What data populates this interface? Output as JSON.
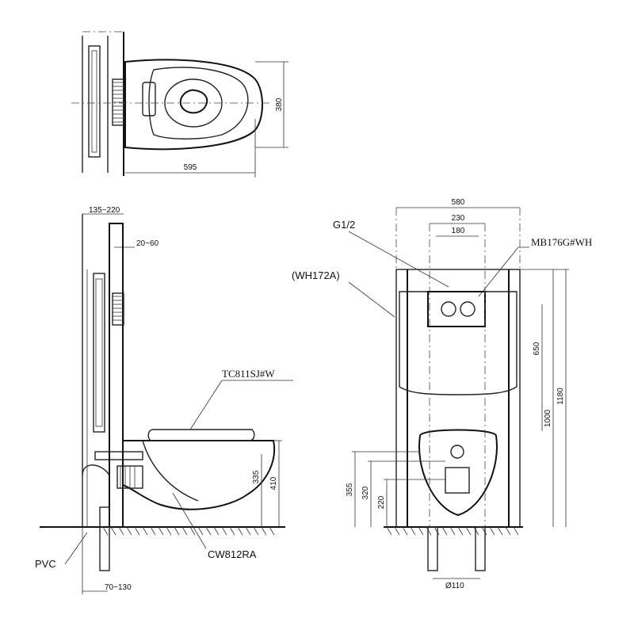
{
  "top_view": {
    "width_dim": "595",
    "depth_dim": "380"
  },
  "side_view": {
    "wall_range": "135~220",
    "offset_range": "20~60",
    "seat_model": "TC811SJ#W",
    "bowl_model": "CW812RA",
    "pipe_label": "PVC",
    "outlet_range": "70~130",
    "rim_height": "410",
    "outlet_height": "335"
  },
  "front_view": {
    "frame_label": "(WH172A)",
    "supply_label": "G1/2",
    "plate_model": "MB176G#WH",
    "frame_width": "580",
    "bolt_spacing": "230",
    "inner_spacing": "180",
    "tank_height": "650",
    "mount_height": "1000",
    "frame_height": "1180",
    "height_355": "355",
    "height_320": "320",
    "height_220": "220",
    "drain_diameter": "Ø110"
  }
}
